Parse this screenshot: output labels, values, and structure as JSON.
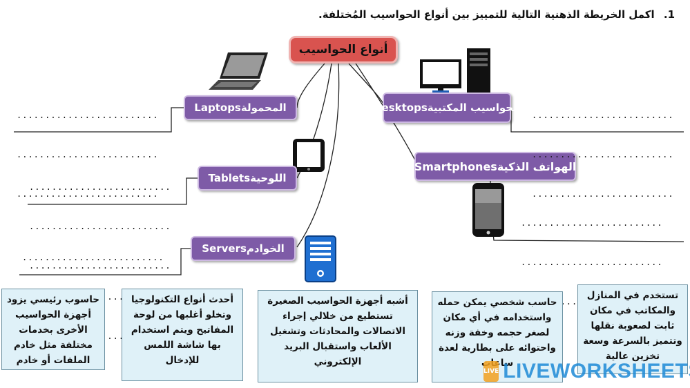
{
  "question": {
    "number": "1.",
    "text": "اكمل الخريطة الذهنية التالية للتمييز بين أنواع الحواسيب المُختلفة."
  },
  "mind_map": {
    "root": "أنواع الحواسيب",
    "nodes": {
      "laptops": "المحمولةLaptops",
      "desktops": "الحواسيب المكتبيةDesktops",
      "tablets": "اللوحيةTablets",
      "smartphones": "الهواتف الذكيةSmartphones",
      "servers": "الخوادمServers"
    },
    "dotted_line": "................................"
  },
  "cards": [
    "حاسوب رئيسي يزود أجهزة الحواسيب الأخرى بخدمات مختلفة مثل خادم الملفات أو خادم الويب",
    "أحدث أنواع التكنولوجيا وتخلو أغلبها من لوحة المفاتيح ويتم استخدام بها شاشة اللمس للإدخال",
    "أشبه أجهزة الحواسيب الصغيرة تستطيع من خلالي إجراء الاتصالات والمحادثات وتشغيل الألعاب واستقبال البريد الإلكتروني",
    "حاسب شخصي يمكن حمله واستخدامه في أي مكان لصغر حجمه وخفة وزنه واحتوائه على بطارية لعدة ساعات",
    "تستخدم في المنازل والمكاتب في مكان ثابت لصعوبة نقلها وتتميز بالسرعة وسعة تخزين عالية"
  ],
  "watermark": {
    "badge": "LIVE",
    "text": "LIVEWORKSHEETS"
  },
  "icons": [
    "laptop-icon",
    "desktop-icon",
    "tablet-icon",
    "smartphone-icon",
    "server-icon"
  ],
  "colors": {
    "root_fill": "#d9534f",
    "category_fill": "#7e5ba7",
    "card_fill": "#dff1f8",
    "watermark": "#1e8ad6"
  }
}
